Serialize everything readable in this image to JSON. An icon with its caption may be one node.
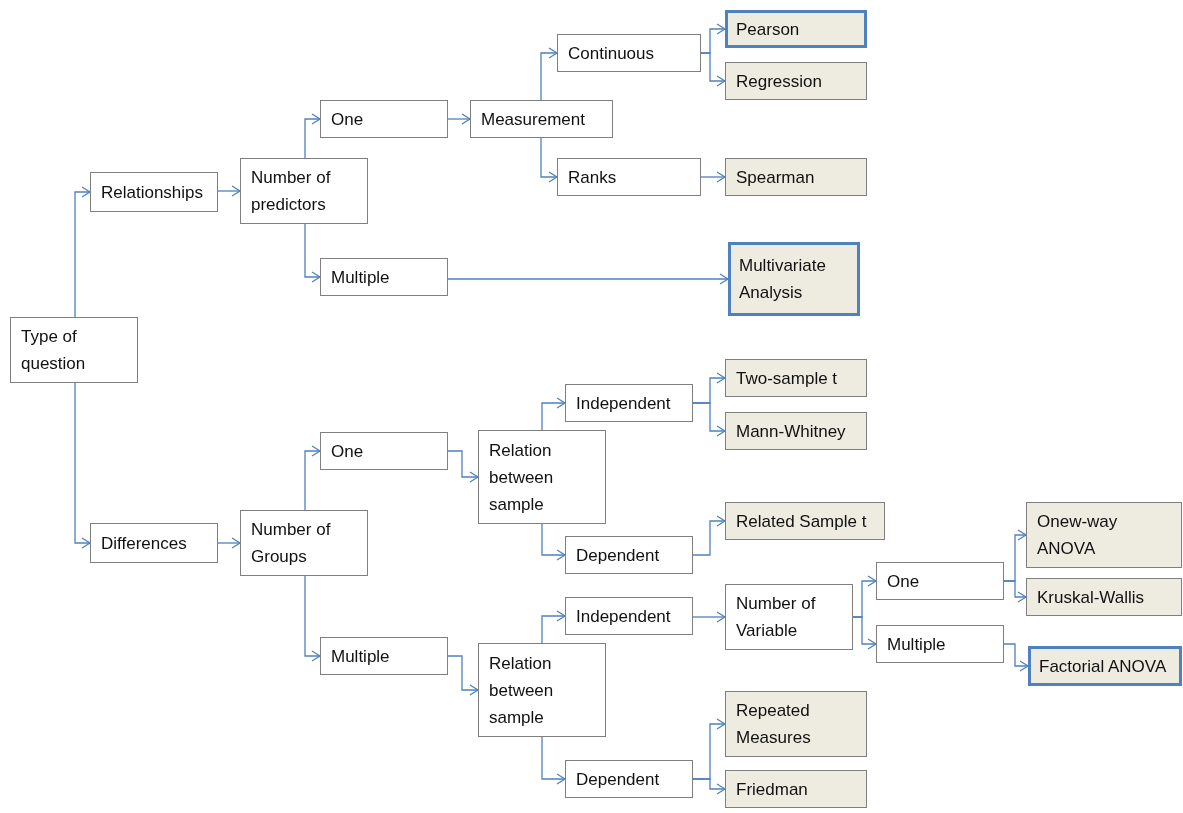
{
  "diagram": {
    "nodes": [
      {
        "text": [
          "Type of question"
        ]
      },
      {
        "text": [
          "Relationships"
        ]
      },
      {
        "text": [
          "Number of predictors"
        ]
      },
      {
        "text": [
          "One"
        ]
      },
      {
        "text": [
          "Measurement"
        ]
      },
      {
        "text": [
          "Continuous"
        ]
      },
      {
        "text": [
          "Pearson"
        ]
      },
      {
        "text": [
          "Regression"
        ]
      },
      {
        "text": [
          "Ranks"
        ]
      },
      {
        "text": [
          "Spearman"
        ]
      },
      {
        "text": [
          "Multiple"
        ]
      },
      {
        "text": [
          "Multivariate Analysis"
        ]
      },
      {
        "text": [
          "Differences"
        ]
      },
      {
        "text": [
          "Number of Groups"
        ]
      },
      {
        "text": [
          "One"
        ]
      },
      {
        "text": [
          "Relation between sample"
        ]
      },
      {
        "text": [
          "Independent"
        ]
      },
      {
        "text": [
          "Two-sample t"
        ]
      },
      {
        "text": [
          "Mann-Whitney"
        ]
      },
      {
        "text": [
          "Dependent"
        ]
      },
      {
        "text": [
          "Related Sample t"
        ]
      },
      {
        "text": [
          "Multiple"
        ]
      },
      {
        "text": [
          "Relation between sample"
        ]
      },
      {
        "text": [
          "Independent"
        ]
      },
      {
        "text": [
          "Number of Variable"
        ]
      },
      {
        "text": [
          "One"
        ]
      },
      {
        "text": [
          "Onew-way ANOVA"
        ]
      },
      {
        "text": [
          "Kruskal-Wallis"
        ]
      },
      {
        "text": [
          "Multiple"
        ]
      },
      {
        "text": [
          "Factorial ANOVA"
        ]
      },
      {
        "text": [
          "Repeated Measures"
        ]
      },
      {
        "text": [
          "Dependent"
        ]
      },
      {
        "text": [
          "Friedman"
        ]
      }
    ],
    "edges": [
      {
        "from": 0,
        "to": 1,
        "arrow": "to"
      },
      {
        "from": 0,
        "to": 12,
        "arrow": "to"
      },
      {
        "from": 1,
        "to": 2,
        "arrow": "to"
      },
      {
        "from": 2,
        "to": 3,
        "arrow": "to"
      },
      {
        "from": 2,
        "to": 10,
        "arrow": "to"
      },
      {
        "from": 3,
        "to": 4,
        "arrow": "to"
      },
      {
        "from": 4,
        "to": 5,
        "arrow": "to"
      },
      {
        "from": 4,
        "to": 8,
        "arrow": "to"
      },
      {
        "from": 5,
        "to": 6,
        "arrow": "to"
      },
      {
        "from": 5,
        "to": 7,
        "arrow": "to"
      },
      {
        "from": 8,
        "to": 9,
        "arrow": "to"
      },
      {
        "from": 10,
        "to": 11,
        "arrow": "to"
      },
      {
        "from": 12,
        "to": 13,
        "arrow": "to"
      },
      {
        "from": 13,
        "to": 14,
        "arrow": "to"
      },
      {
        "from": 13,
        "to": 21,
        "arrow": "to"
      },
      {
        "from": 14,
        "to": 15,
        "arrow": "to"
      },
      {
        "from": 15,
        "to": 16,
        "arrow": "to"
      },
      {
        "from": 15,
        "to": 19,
        "arrow": "to"
      },
      {
        "from": 16,
        "to": 17,
        "arrow": "to"
      },
      {
        "from": 16,
        "to": 18,
        "arrow": "to"
      },
      {
        "from": 19,
        "to": 20,
        "arrow": "to"
      },
      {
        "from": 21,
        "to": 22,
        "arrow": "to"
      },
      {
        "from": 22,
        "to": 23,
        "arrow": "to"
      },
      {
        "from": 22,
        "to": 31,
        "arrow": "to"
      },
      {
        "from": 23,
        "to": 24,
        "arrow": "to"
      },
      {
        "from": 24,
        "to": 25,
        "arrow": "to"
      },
      {
        "from": 24,
        "to": 28,
        "arrow": "to"
      },
      {
        "from": 25,
        "to": 26,
        "arrow": "to"
      },
      {
        "from": 25,
        "to": 27,
        "arrow": "to"
      },
      {
        "from": 28,
        "to": 29,
        "arrow": "to"
      },
      {
        "from": 31,
        "to": 30,
        "arrow": "to"
      },
      {
        "from": 31,
        "to": 32,
        "arrow": "to"
      }
    ]
  }
}
